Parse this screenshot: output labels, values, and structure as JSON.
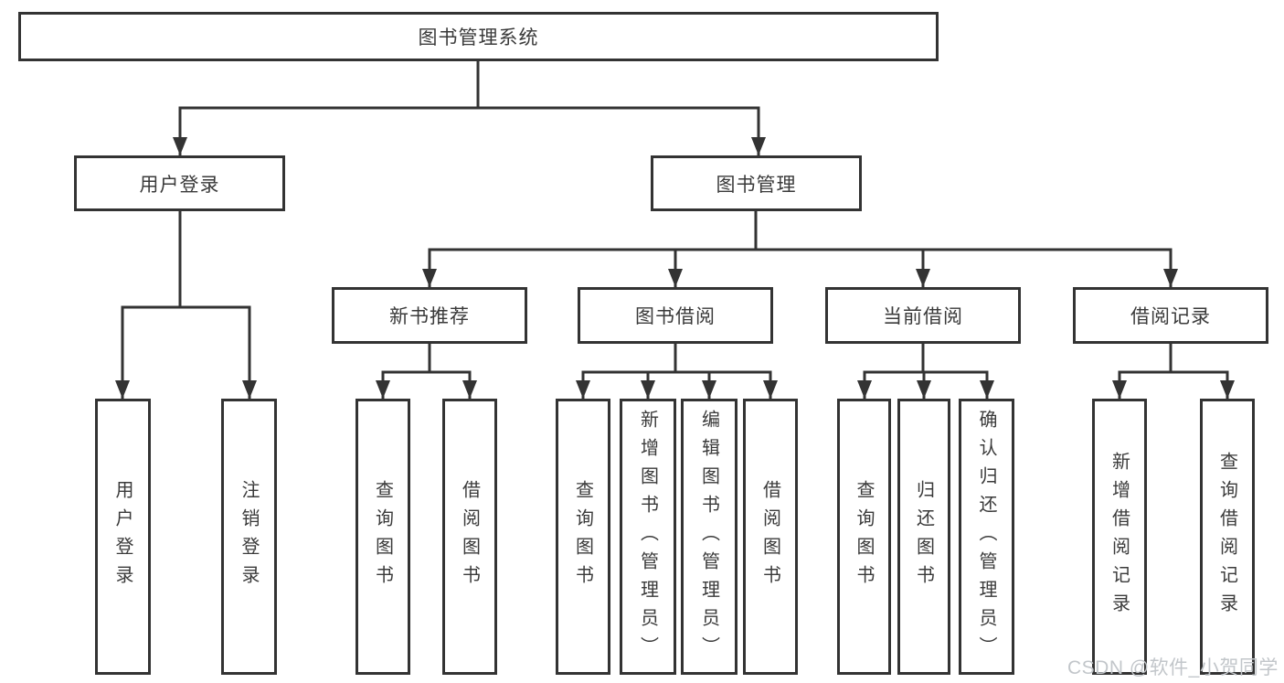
{
  "title": "图书管理系统",
  "level2": {
    "user_login": "用户登录",
    "book_mgmt": "图书管理"
  },
  "level3": {
    "new_books": "新书推荐",
    "book_borrow": "图书借阅",
    "current_borrow": "当前借阅",
    "borrow_records": "借阅记录"
  },
  "leaves": {
    "user_login": "用户登录",
    "logout": "注销登录",
    "nb_query": "查询图书",
    "nb_borrow": "借阅图书",
    "bb_query": "查询图书",
    "bb_add": "新增图书（管理员）",
    "bb_edit": "编辑图书（管理员）",
    "bb_borrow": "借阅图书",
    "cb_query": "查询图书",
    "cb_return": "归还图书",
    "cb_confirm": "确认归还（管理员）",
    "br_add": "新增借阅记录",
    "br_query": "查询借阅记录"
  },
  "watermark": "CSDN @软件_小贺同学",
  "colors": {
    "line": "#333333",
    "text": "#3a3a3a",
    "watermark": "#c2c6ca",
    "background": "#ffffff"
  }
}
